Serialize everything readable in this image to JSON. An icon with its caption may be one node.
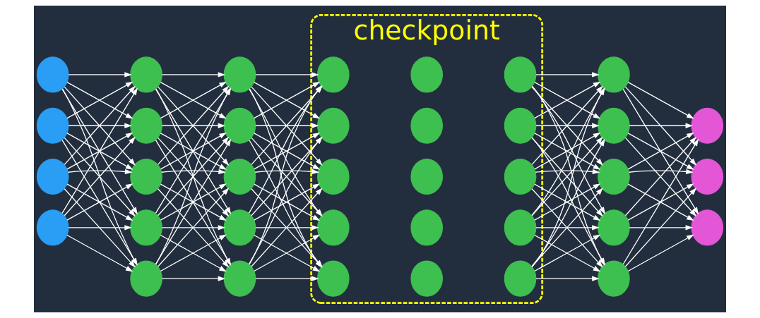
{
  "diagram": {
    "nodes": [
      {
        "text": [],
        "shape": "circle"
      },
      {
        "text": [],
        "shape": "circle"
      },
      {
        "text": [],
        "shape": "circle"
      },
      {
        "text": [],
        "shape": "circle"
      },
      {
        "text": [],
        "shape": "circle"
      },
      {
        "text": [],
        "shape": "circle"
      },
      {
        "text": [],
        "shape": "circle"
      },
      {
        "text": [],
        "shape": "circle"
      },
      {
        "text": [],
        "shape": "circle"
      },
      {
        "text": [],
        "shape": "circle"
      },
      {
        "text": [],
        "shape": "circle"
      },
      {
        "text": [],
        "shape": "circle"
      },
      {
        "text": [],
        "shape": "circle"
      },
      {
        "text": [],
        "shape": "circle"
      },
      {
        "text": [
          "checkpoint"
        ]
      },
      {
        "text": [],
        "shape": "circle",
        "in": 14
      },
      {
        "text": [],
        "shape": "circle",
        "in": 14
      },
      {
        "text": [],
        "shape": "circle",
        "in": 14
      },
      {
        "text": [],
        "shape": "circle",
        "in": 14
      },
      {
        "text": [],
        "shape": "circle",
        "in": 14
      },
      {
        "text": [],
        "shape": "circle",
        "in": 14
      },
      {
        "text": [],
        "shape": "circle",
        "in": 14
      },
      {
        "text": [],
        "shape": "circle",
        "in": 14
      },
      {
        "text": [],
        "shape": "circle",
        "in": 14
      },
      {
        "text": [],
        "shape": "circle",
        "in": 14
      },
      {
        "text": [],
        "shape": "circle",
        "in": 14
      },
      {
        "text": [],
        "shape": "circle",
        "in": 14
      },
      {
        "text": [],
        "shape": "circle",
        "in": 14
      },
      {
        "text": [],
        "shape": "circle",
        "in": 14
      },
      {
        "text": [],
        "shape": "circle",
        "in": 14
      },
      {
        "text": [],
        "shape": "circle"
      },
      {
        "text": [],
        "shape": "circle"
      },
      {
        "text": [],
        "shape": "circle"
      },
      {
        "text": [],
        "shape": "circle"
      },
      {
        "text": [],
        "shape": "circle"
      },
      {
        "text": [],
        "shape": "circle"
      },
      {
        "text": [],
        "shape": "circle"
      },
      {
        "text": [],
        "shape": "circle"
      }
    ],
    "edges": [
      {
        "from": 0,
        "to": 4,
        "arrow": "to"
      },
      {
        "from": 0,
        "to": 5,
        "arrow": "to"
      },
      {
        "from": 0,
        "to": 6,
        "arrow": "to"
      },
      {
        "from": 0,
        "to": 7,
        "arrow": "to"
      },
      {
        "from": 0,
        "to": 8,
        "arrow": "to"
      },
      {
        "from": 1,
        "to": 4,
        "arrow": "to"
      },
      {
        "from": 1,
        "to": 5,
        "arrow": "to"
      },
      {
        "from": 1,
        "to": 6,
        "arrow": "to"
      },
      {
        "from": 1,
        "to": 7,
        "arrow": "to"
      },
      {
        "from": 1,
        "to": 8,
        "arrow": "to"
      },
      {
        "from": 2,
        "to": 4,
        "arrow": "to"
      },
      {
        "from": 2,
        "to": 5,
        "arrow": "to"
      },
      {
        "from": 2,
        "to": 6,
        "arrow": "to"
      },
      {
        "from": 2,
        "to": 7,
        "arrow": "to"
      },
      {
        "from": 2,
        "to": 8,
        "arrow": "to"
      },
      {
        "from": 3,
        "to": 4,
        "arrow": "to"
      },
      {
        "from": 3,
        "to": 5,
        "arrow": "to"
      },
      {
        "from": 3,
        "to": 6,
        "arrow": "to"
      },
      {
        "from": 3,
        "to": 7,
        "arrow": "to"
      },
      {
        "from": 3,
        "to": 8,
        "arrow": "to"
      },
      {
        "from": 4,
        "to": 9,
        "arrow": "to"
      },
      {
        "from": 4,
        "to": 10,
        "arrow": "to"
      },
      {
        "from": 4,
        "to": 11,
        "arrow": "to"
      },
      {
        "from": 4,
        "to": 12,
        "arrow": "to"
      },
      {
        "from": 4,
        "to": 13,
        "arrow": "to"
      },
      {
        "from": 5,
        "to": 9,
        "arrow": "to"
      },
      {
        "from": 5,
        "to": 10,
        "arrow": "to"
      },
      {
        "from": 5,
        "to": 11,
        "arrow": "to"
      },
      {
        "from": 5,
        "to": 12,
        "arrow": "to"
      },
      {
        "from": 5,
        "to": 13,
        "arrow": "to"
      },
      {
        "from": 6,
        "to": 9,
        "arrow": "to"
      },
      {
        "from": 6,
        "to": 10,
        "arrow": "to"
      },
      {
        "from": 6,
        "to": 11,
        "arrow": "to"
      },
      {
        "from": 6,
        "to": 12,
        "arrow": "to"
      },
      {
        "from": 6,
        "to": 13,
        "arrow": "to"
      },
      {
        "from": 7,
        "to": 9,
        "arrow": "to"
      },
      {
        "from": 7,
        "to": 10,
        "arrow": "to"
      },
      {
        "from": 7,
        "to": 11,
        "arrow": "to"
      },
      {
        "from": 7,
        "to": 12,
        "arrow": "to"
      },
      {
        "from": 7,
        "to": 13,
        "arrow": "to"
      },
      {
        "from": 8,
        "to": 9,
        "arrow": "to"
      },
      {
        "from": 8,
        "to": 10,
        "arrow": "to"
      },
      {
        "from": 8,
        "to": 11,
        "arrow": "to"
      },
      {
        "from": 8,
        "to": 12,
        "arrow": "to"
      },
      {
        "from": 8,
        "to": 13,
        "arrow": "to"
      },
      {
        "from": 9,
        "to": 15,
        "arrow": "to"
      },
      {
        "from": 9,
        "to": 16,
        "arrow": "to"
      },
      {
        "from": 9,
        "to": 17,
        "arrow": "to"
      },
      {
        "from": 9,
        "to": 18,
        "arrow": "to"
      },
      {
        "from": 9,
        "to": 19,
        "arrow": "to"
      },
      {
        "from": 10,
        "to": 15,
        "arrow": "to"
      },
      {
        "from": 10,
        "to": 16,
        "arrow": "to"
      },
      {
        "from": 10,
        "to": 17,
        "arrow": "to"
      },
      {
        "from": 10,
        "to": 18,
        "arrow": "to"
      },
      {
        "from": 10,
        "to": 19,
        "arrow": "to"
      },
      {
        "from": 11,
        "to": 15,
        "arrow": "to"
      },
      {
        "from": 11,
        "to": 16,
        "arrow": "to"
      },
      {
        "from": 11,
        "to": 17,
        "arrow": "to"
      },
      {
        "from": 11,
        "to": 18,
        "arrow": "to"
      },
      {
        "from": 11,
        "to": 19,
        "arrow": "to"
      },
      {
        "from": 12,
        "to": 15,
        "arrow": "to"
      },
      {
        "from": 12,
        "to": 16,
        "arrow": "to"
      },
      {
        "from": 12,
        "to": 17,
        "arrow": "to"
      },
      {
        "from": 12,
        "to": 18,
        "arrow": "to"
      },
      {
        "from": 12,
        "to": 19,
        "arrow": "to"
      },
      {
        "from": 13,
        "to": 15,
        "arrow": "to"
      },
      {
        "from": 13,
        "to": 16,
        "arrow": "to"
      },
      {
        "from": 13,
        "to": 17,
        "arrow": "to"
      },
      {
        "from": 13,
        "to": 18,
        "arrow": "to"
      },
      {
        "from": 13,
        "to": 19,
        "arrow": "to"
      },
      {
        "from": 25,
        "to": 30,
        "arrow": "to"
      },
      {
        "from": 25,
        "to": 31,
        "arrow": "to"
      },
      {
        "from": 25,
        "to": 32,
        "arrow": "to"
      },
      {
        "from": 25,
        "to": 33,
        "arrow": "to"
      },
      {
        "from": 25,
        "to": 34,
        "arrow": "to"
      },
      {
        "from": 26,
        "to": 30,
        "arrow": "to"
      },
      {
        "from": 26,
        "to": 31,
        "arrow": "to"
      },
      {
        "from": 26,
        "to": 32,
        "arrow": "to"
      },
      {
        "from": 26,
        "to": 33,
        "arrow": "to"
      },
      {
        "from": 26,
        "to": 34,
        "arrow": "to"
      },
      {
        "from": 27,
        "to": 30,
        "arrow": "to"
      },
      {
        "from": 27,
        "to": 31,
        "arrow": "to"
      },
      {
        "from": 27,
        "to": 32,
        "arrow": "to"
      },
      {
        "from": 27,
        "to": 33,
        "arrow": "to"
      },
      {
        "from": 27,
        "to": 34,
        "arrow": "to"
      },
      {
        "from": 28,
        "to": 30,
        "arrow": "to"
      },
      {
        "from": 28,
        "to": 31,
        "arrow": "to"
      },
      {
        "from": 28,
        "to": 32,
        "arrow": "to"
      },
      {
        "from": 28,
        "to": 33,
        "arrow": "to"
      },
      {
        "from": 28,
        "to": 34,
        "arrow": "to"
      },
      {
        "from": 29,
        "to": 30,
        "arrow": "to"
      },
      {
        "from": 29,
        "to": 31,
        "arrow": "to"
      },
      {
        "from": 29,
        "to": 32,
        "arrow": "to"
      },
      {
        "from": 29,
        "to": 33,
        "arrow": "to"
      },
      {
        "from": 29,
        "to": 34,
        "arrow": "to"
      },
      {
        "from": 30,
        "to": 35,
        "arrow": "to"
      },
      {
        "from": 30,
        "to": 36,
        "arrow": "to"
      },
      {
        "from": 30,
        "to": 37,
        "arrow": "to"
      },
      {
        "from": 31,
        "to": 35,
        "arrow": "to"
      },
      {
        "from": 31,
        "to": 36,
        "arrow": "to"
      },
      {
        "from": 31,
        "to": 37,
        "arrow": "to"
      },
      {
        "from": 32,
        "to": 35,
        "arrow": "to"
      },
      {
        "from": 32,
        "to": 36,
        "arrow": "to"
      },
      {
        "from": 32,
        "to": 37,
        "arrow": "to"
      },
      {
        "from": 33,
        "to": 35,
        "arrow": "to"
      },
      {
        "from": 33,
        "to": 36,
        "arrow": "to"
      },
      {
        "from": 33,
        "to": 37,
        "arrow": "to"
      },
      {
        "from": 34,
        "to": 35,
        "arrow": "to"
      },
      {
        "from": 34,
        "to": 36,
        "arrow": "to"
      },
      {
        "from": 34,
        "to": 37,
        "arrow": "to"
      }
    ]
  }
}
